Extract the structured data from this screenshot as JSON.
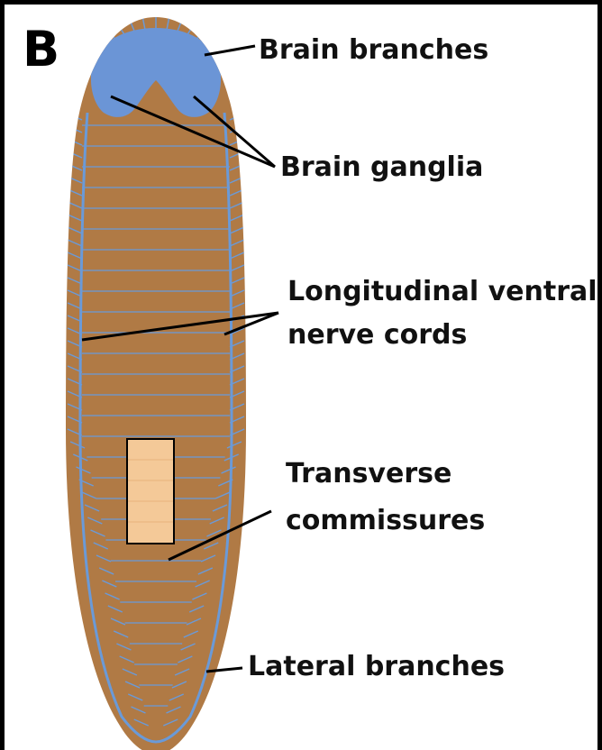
{
  "panel_letter": "B",
  "labels": {
    "brain_branches": "Brain branches",
    "brain_ganglia": "Brain ganglia",
    "longitudinal_cords_line1": "Longitudinal ventral",
    "longitudinal_cords_line2": "nerve cords",
    "transverse_line1": "Transverse",
    "transverse_line2": "commissures",
    "lateral_branches": "Lateral branches"
  },
  "colors": {
    "body": "#b07a45",
    "nerves": "#6a9ad8",
    "brain": "#6b95d6",
    "inset": "#f4c998",
    "leader": "#000000"
  }
}
